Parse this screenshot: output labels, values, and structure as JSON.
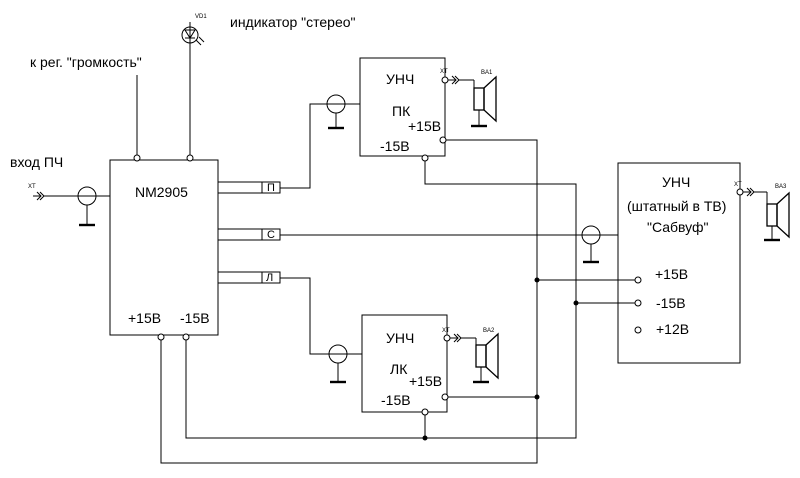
{
  "labels": {
    "stereo_indicator": "индикатор \"стерео\"",
    "volume_control": "к рег. \"громкость\"",
    "input_if": "вход ПЧ",
    "vd1": "VD1",
    "xt": "XT"
  },
  "decoder": {
    "name": "NM2905",
    "plus_supply": "+15В",
    "minus_supply": "-15В",
    "out_right": "П",
    "out_center": "С",
    "out_left": "Л"
  },
  "amp_right": {
    "title": "УНЧ",
    "channel": "ПК",
    "plus_supply": "+15В",
    "minus_supply": "-15В",
    "speaker": "BA1"
  },
  "amp_left": {
    "title": "УНЧ",
    "channel": "ЛК",
    "plus_supply": "+15В",
    "minus_supply": "-15В",
    "speaker": "BA2"
  },
  "amp_sub": {
    "title": "УНЧ",
    "subtitle": "(штатный в ТВ)",
    "name": "\"Сабвуф\"",
    "pin_plus15": "+15В",
    "pin_minus15": "-15В",
    "pin_plus12": "+12В",
    "speaker": "BA3"
  },
  "colors": {
    "line": "#000000",
    "background": "#ffffff"
  }
}
